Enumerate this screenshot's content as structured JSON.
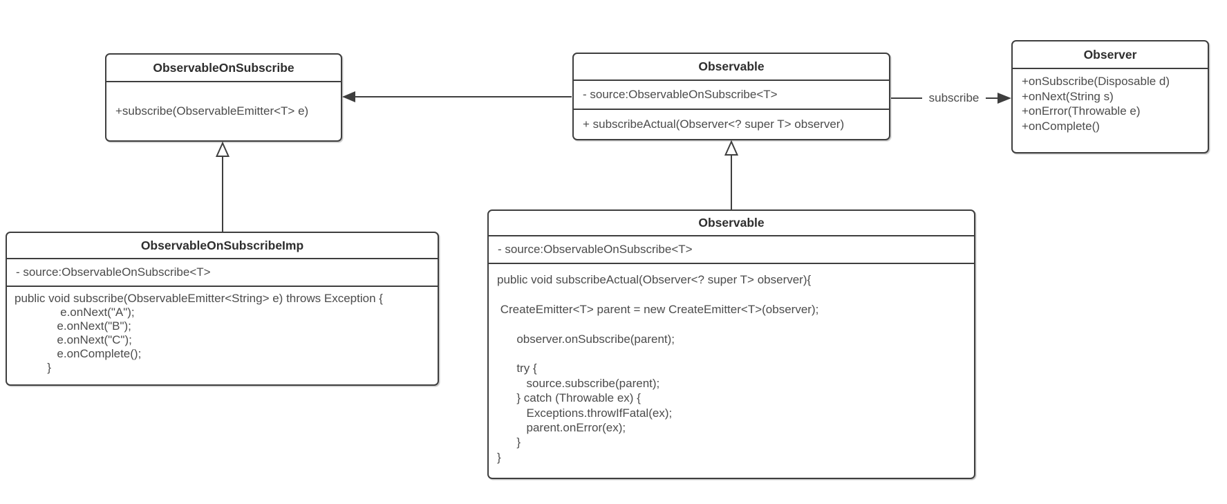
{
  "diagram": {
    "colors": {
      "stroke": "#3e3e3e",
      "title_text": "#2e2e2e",
      "body_text": "#4b4b4b",
      "background": "#ffffff"
    },
    "classes": [
      {
        "title": "ObservableOnSubscribe",
        "methods": "+subscribe(ObservableEmitter<T> e)"
      },
      {
        "title": "Observable",
        "attributes": "- source:ObservableOnSubscribe<T>",
        "methods": "+ subscribeActual(Observer<? super T> observer)"
      },
      {
        "title": "Observer",
        "methods": "+onSubscribe(Disposable d)\n+onNext(String s)\n+onError(Throwable e)\n+onComplete()"
      },
      {
        "title": "ObservableOnSubscribeImp",
        "attributes": "- source:ObservableOnSubscribe<T>",
        "code": "public void subscribe(ObservableEmitter<String> e) throws Exception {\n              e.onNext(\"A\");\n             e.onNext(\"B\");\n             e.onNext(\"C\");\n             e.onComplete();\n          }"
      },
      {
        "title": "Observable",
        "attributes": "- source:ObservableOnSubscribe<T>",
        "code": "public void subscribeActual(Observer<? super T> observer){\n\n CreateEmitter<T> parent = new CreateEmitter<T>(observer);\n\n      observer.onSubscribe(parent);\n\n      try {\n         source.subscribe(parent);\n      } catch (Throwable ex) {\n         Exceptions.throwIfFatal(ex);\n         parent.onError(ex);\n      }\n}"
      }
    ],
    "edges": [
      {
        "type": "association-arrow",
        "from": "Observable",
        "to": "ObservableOnSubscribe",
        "label": ""
      },
      {
        "type": "association-arrow",
        "from": "Observable",
        "to": "Observer",
        "label": "subscribe"
      },
      {
        "type": "inheritance-arrow",
        "from": "ObservableOnSubscribeImp",
        "to": "ObservableOnSubscribe",
        "label": ""
      },
      {
        "type": "inheritance-arrow",
        "from": "Observable",
        "to": "Observable",
        "label": ""
      }
    ]
  }
}
